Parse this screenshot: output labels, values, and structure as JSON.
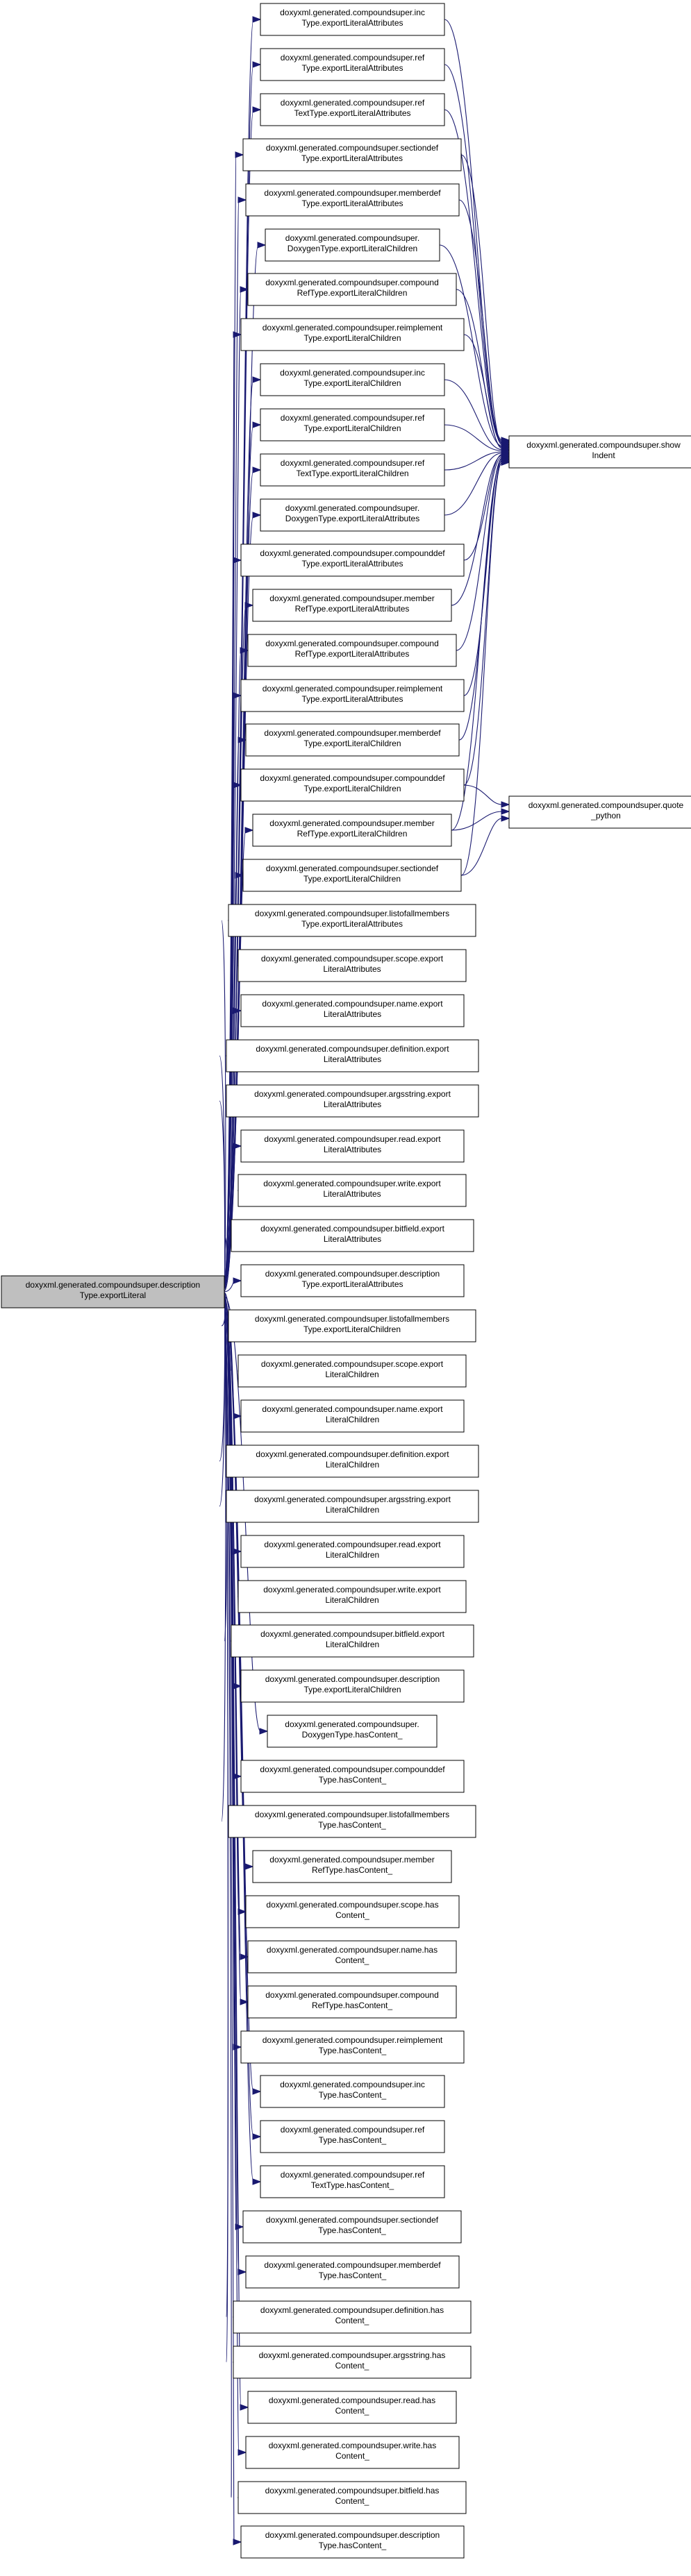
{
  "root": {
    "id": "root",
    "lines": [
      "doxyxml.generated.compoundsuper.description",
      "Type.exportLiteral"
    ]
  },
  "left_nodes": [
    {
      "id": "n01",
      "lines": [
        "doxyxml.generated.compoundsuper.inc",
        "Type.exportLiteralAttributes"
      ]
    },
    {
      "id": "n02",
      "lines": [
        "doxyxml.generated.compoundsuper.ref",
        "Type.exportLiteralAttributes"
      ]
    },
    {
      "id": "n03",
      "lines": [
        "doxyxml.generated.compoundsuper.ref",
        "TextType.exportLiteralAttributes"
      ]
    },
    {
      "id": "n04",
      "lines": [
        "doxyxml.generated.compoundsuper.sectiondef",
        "Type.exportLiteralAttributes"
      ]
    },
    {
      "id": "n05",
      "lines": [
        "doxyxml.generated.compoundsuper.memberdef",
        "Type.exportLiteralAttributes"
      ]
    },
    {
      "id": "n06",
      "lines": [
        "doxyxml.generated.compoundsuper.",
        "DoxygenType.exportLiteralChildren"
      ]
    },
    {
      "id": "n07",
      "lines": [
        "doxyxml.generated.compoundsuper.compound",
        "RefType.exportLiteralChildren"
      ]
    },
    {
      "id": "n08",
      "lines": [
        "doxyxml.generated.compoundsuper.reimplement",
        "Type.exportLiteralChildren"
      ]
    },
    {
      "id": "n09",
      "lines": [
        "doxyxml.generated.compoundsuper.inc",
        "Type.exportLiteralChildren"
      ]
    },
    {
      "id": "n10",
      "lines": [
        "doxyxml.generated.compoundsuper.ref",
        "Type.exportLiteralChildren"
      ]
    },
    {
      "id": "n11",
      "lines": [
        "doxyxml.generated.compoundsuper.ref",
        "TextType.exportLiteralChildren"
      ]
    },
    {
      "id": "n12",
      "lines": [
        "doxyxml.generated.compoundsuper.",
        "DoxygenType.exportLiteralAttributes"
      ]
    },
    {
      "id": "n13",
      "lines": [
        "doxyxml.generated.compoundsuper.compounddef",
        "Type.exportLiteralAttributes"
      ]
    },
    {
      "id": "n14",
      "lines": [
        "doxyxml.generated.compoundsuper.member",
        "RefType.exportLiteralAttributes"
      ]
    },
    {
      "id": "n15",
      "lines": [
        "doxyxml.generated.compoundsuper.compound",
        "RefType.exportLiteralAttributes"
      ]
    },
    {
      "id": "n16",
      "lines": [
        "doxyxml.generated.compoundsuper.reimplement",
        "Type.exportLiteralAttributes"
      ]
    },
    {
      "id": "n17",
      "lines": [
        "doxyxml.generated.compoundsuper.memberdef",
        "Type.exportLiteralChildren"
      ]
    },
    {
      "id": "n18",
      "lines": [
        "doxyxml.generated.compoundsuper.compounddef",
        "Type.exportLiteralChildren"
      ]
    },
    {
      "id": "n19",
      "lines": [
        "doxyxml.generated.compoundsuper.member",
        "RefType.exportLiteralChildren"
      ]
    },
    {
      "id": "n20",
      "lines": [
        "doxyxml.generated.compoundsuper.sectiondef",
        "Type.exportLiteralChildren"
      ]
    },
    {
      "id": "n21",
      "lines": [
        "doxyxml.generated.compoundsuper.listofallmembers",
        "Type.exportLiteralAttributes"
      ]
    },
    {
      "id": "n22",
      "lines": [
        "doxyxml.generated.compoundsuper.scope.export",
        "LiteralAttributes"
      ]
    },
    {
      "id": "n23",
      "lines": [
        "doxyxml.generated.compoundsuper.name.export",
        "LiteralAttributes"
      ]
    },
    {
      "id": "n24",
      "lines": [
        "doxyxml.generated.compoundsuper.definition.export",
        "LiteralAttributes"
      ]
    },
    {
      "id": "n25",
      "lines": [
        "doxyxml.generated.compoundsuper.argsstring.export",
        "LiteralAttributes"
      ]
    },
    {
      "id": "n26",
      "lines": [
        "doxyxml.generated.compoundsuper.read.export",
        "LiteralAttributes"
      ]
    },
    {
      "id": "n27",
      "lines": [
        "doxyxml.generated.compoundsuper.write.export",
        "LiteralAttributes"
      ]
    },
    {
      "id": "n28",
      "lines": [
        "doxyxml.generated.compoundsuper.bitfield.export",
        "LiteralAttributes"
      ]
    },
    {
      "id": "n29",
      "lines": [
        "doxyxml.generated.compoundsuper.description",
        "Type.exportLiteralAttributes"
      ]
    },
    {
      "id": "n30",
      "lines": [
        "doxyxml.generated.compoundsuper.listofallmembers",
        "Type.exportLiteralChildren"
      ]
    },
    {
      "id": "n31",
      "lines": [
        "doxyxml.generated.compoundsuper.scope.export",
        "LiteralChildren"
      ]
    },
    {
      "id": "n32",
      "lines": [
        "doxyxml.generated.compoundsuper.name.export",
        "LiteralChildren"
      ]
    },
    {
      "id": "n33",
      "lines": [
        "doxyxml.generated.compoundsuper.definition.export",
        "LiteralChildren"
      ]
    },
    {
      "id": "n34",
      "lines": [
        "doxyxml.generated.compoundsuper.argsstring.export",
        "LiteralChildren"
      ]
    },
    {
      "id": "n35",
      "lines": [
        "doxyxml.generated.compoundsuper.read.export",
        "LiteralChildren"
      ]
    },
    {
      "id": "n36",
      "lines": [
        "doxyxml.generated.compoundsuper.write.export",
        "LiteralChildren"
      ]
    },
    {
      "id": "n37",
      "lines": [
        "doxyxml.generated.compoundsuper.bitfield.export",
        "LiteralChildren"
      ]
    },
    {
      "id": "n38",
      "lines": [
        "doxyxml.generated.compoundsuper.description",
        "Type.exportLiteralChildren"
      ]
    },
    {
      "id": "n39",
      "lines": [
        "doxyxml.generated.compoundsuper.",
        "DoxygenType.hasContent_"
      ]
    },
    {
      "id": "n40",
      "lines": [
        "doxyxml.generated.compoundsuper.compounddef",
        "Type.hasContent_"
      ]
    },
    {
      "id": "n41",
      "lines": [
        "doxyxml.generated.compoundsuper.listofallmembers",
        "Type.hasContent_"
      ]
    },
    {
      "id": "n42",
      "lines": [
        "doxyxml.generated.compoundsuper.member",
        "RefType.hasContent_"
      ]
    },
    {
      "id": "n43",
      "lines": [
        "doxyxml.generated.compoundsuper.scope.has",
        "Content_"
      ]
    },
    {
      "id": "n44",
      "lines": [
        "doxyxml.generated.compoundsuper.name.has",
        "Content_"
      ]
    },
    {
      "id": "n45",
      "lines": [
        "doxyxml.generated.compoundsuper.compound",
        "RefType.hasContent_"
      ]
    },
    {
      "id": "n46",
      "lines": [
        "doxyxml.generated.compoundsuper.reimplement",
        "Type.hasContent_"
      ]
    },
    {
      "id": "n47",
      "lines": [
        "doxyxml.generated.compoundsuper.inc",
        "Type.hasContent_"
      ]
    },
    {
      "id": "n48",
      "lines": [
        "doxyxml.generated.compoundsuper.ref",
        "Type.hasContent_"
      ]
    },
    {
      "id": "n49",
      "lines": [
        "doxyxml.generated.compoundsuper.ref",
        "TextType.hasContent_"
      ]
    },
    {
      "id": "n50",
      "lines": [
        "doxyxml.generated.compoundsuper.sectiondef",
        "Type.hasContent_"
      ]
    },
    {
      "id": "n51",
      "lines": [
        "doxyxml.generated.compoundsuper.memberdef",
        "Type.hasContent_"
      ]
    },
    {
      "id": "n52",
      "lines": [
        "doxyxml.generated.compoundsuper.definition.has",
        "Content_"
      ]
    },
    {
      "id": "n53",
      "lines": [
        "doxyxml.generated.compoundsuper.argsstring.has",
        "Content_"
      ]
    },
    {
      "id": "n54",
      "lines": [
        "doxyxml.generated.compoundsuper.read.has",
        "Content_"
      ]
    },
    {
      "id": "n55",
      "lines": [
        "doxyxml.generated.compoundsuper.write.has",
        "Content_"
      ]
    },
    {
      "id": "n56",
      "lines": [
        "doxyxml.generated.compoundsuper.bitfield.has",
        "Content_"
      ]
    },
    {
      "id": "n57",
      "lines": [
        "doxyxml.generated.compoundsuper.description",
        "Type.hasContent_"
      ]
    }
  ],
  "right_nodes": [
    {
      "id": "showIndent",
      "lines": [
        "doxyxml.generated.compoundsuper.show",
        "Indent"
      ]
    },
    {
      "id": "quotePython",
      "lines": [
        "doxyxml.generated.compoundsuper.quote",
        "_python"
      ]
    }
  ],
  "edges": {
    "from_root": "all-left-nodes",
    "to_show_indent": [
      "n01",
      "n02",
      "n03",
      "n04",
      "n05",
      "n06",
      "n07",
      "n08",
      "n09",
      "n10",
      "n11",
      "n12",
      "n13",
      "n14",
      "n15",
      "n16",
      "n17",
      "n18",
      "n19",
      "n20"
    ],
    "to_quote_python": [
      "n18",
      "n19",
      "n20"
    ]
  },
  "colors": {
    "edge": "#191970",
    "root_fill": "#bfbfbf",
    "node_fill": "#ffffff",
    "node_stroke": "#000000"
  }
}
